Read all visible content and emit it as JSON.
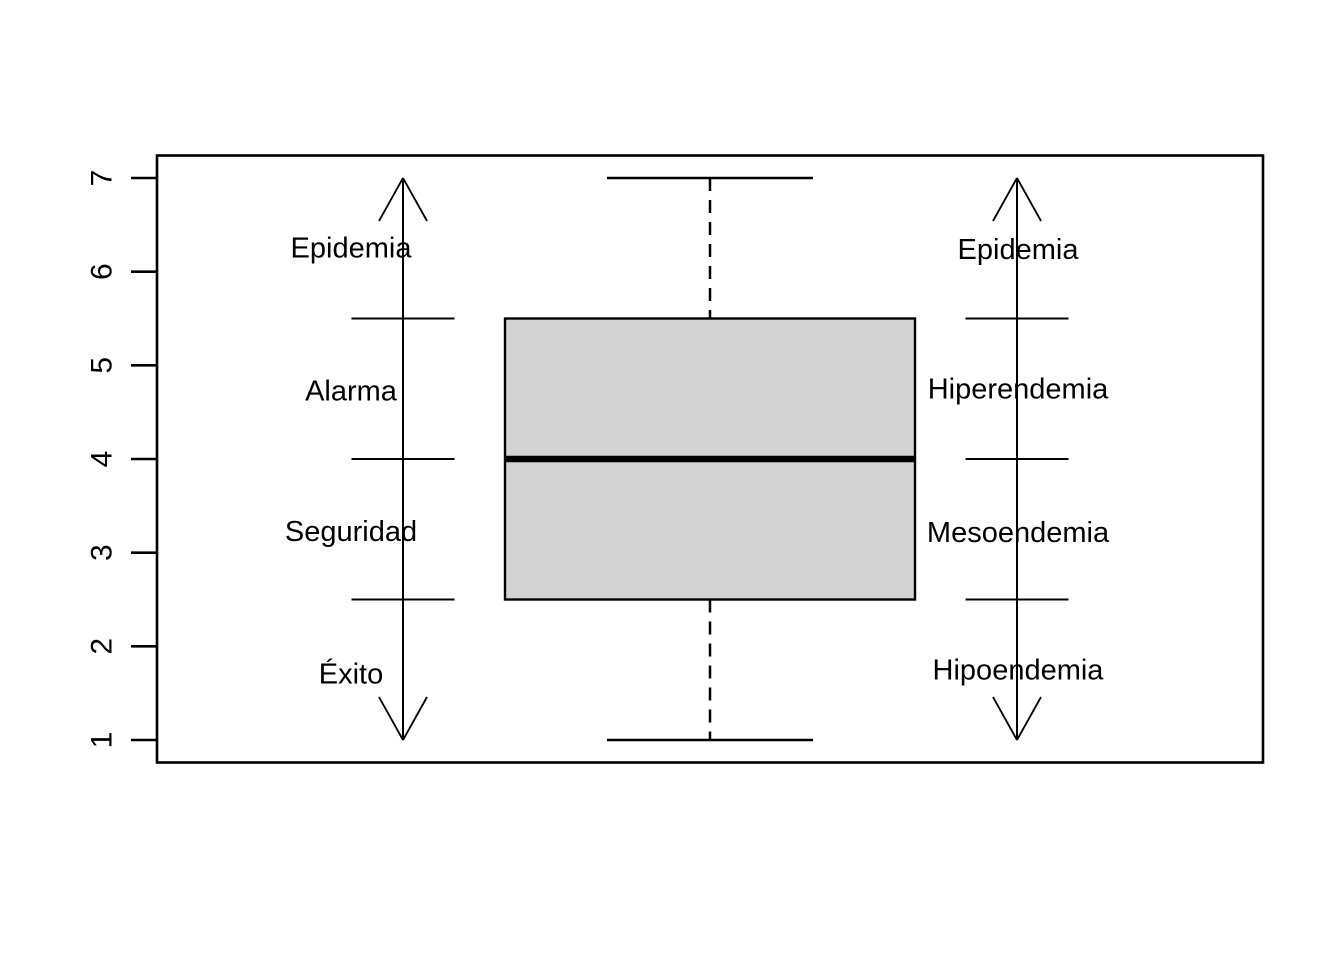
{
  "figure": {
    "background": "#ffffff",
    "foreground": "#000000"
  },
  "chart_data": {
    "type": "boxplot",
    "orientation": "vertical",
    "title": "",
    "xlabel": "",
    "ylabel": "",
    "ylim": [
      1,
      7
    ],
    "yticks": [
      "1",
      "2",
      "3",
      "4",
      "5",
      "6",
      "7"
    ],
    "grid": false,
    "legend": false,
    "box": {
      "lower_whisker": 1,
      "q1": 2.5,
      "median": 4,
      "q3": 5.5,
      "upper_whisker": 7,
      "fill": "#d3d3d3",
      "border": "#000000"
    },
    "left_scale": {
      "arrow_span": [
        1,
        7
      ],
      "dividers": [
        5.5,
        4,
        2.5
      ],
      "labels": [
        {
          "text": "Epidemia",
          "y": 6.25
        },
        {
          "text": "Alarma",
          "y": 4.72
        },
        {
          "text": "Seguridad",
          "y": 3.22
        },
        {
          "text": "Éxito",
          "y": 1.7
        }
      ]
    },
    "right_scale": {
      "arrow_span": [
        1,
        7
      ],
      "dividers": [
        5.5,
        4,
        2.5
      ],
      "labels": [
        {
          "text": "Epidemia",
          "y": 6.23
        },
        {
          "text": "Hiperendemia",
          "y": 4.74
        },
        {
          "text": "Mesoendemia",
          "y": 3.21
        },
        {
          "text": "Hipoendemia",
          "y": 1.74
        }
      ]
    }
  }
}
